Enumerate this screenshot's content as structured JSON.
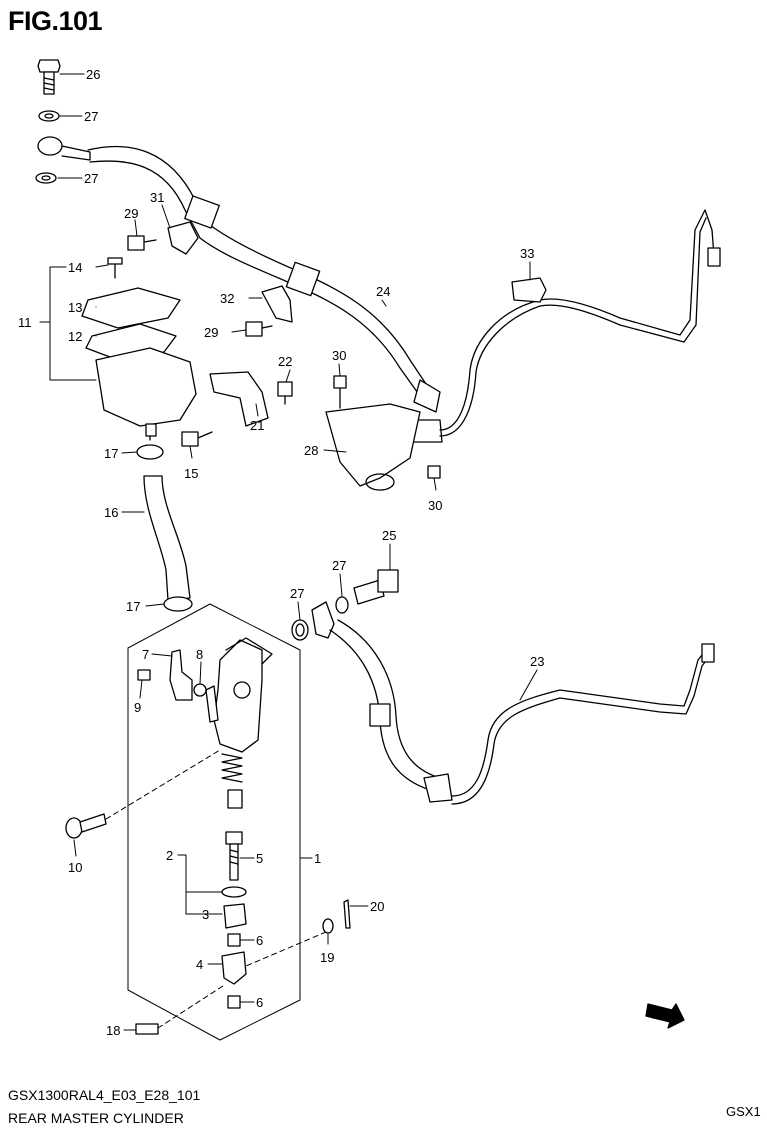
{
  "figure": {
    "title": "FIG.101",
    "code": "GSX1300RAL4_E03_E28_101",
    "name": "REAR MASTER CYLINDER",
    "model": "GSX1"
  },
  "callouts": {
    "c1": "1",
    "c2": "2",
    "c3": "3",
    "c4": "4",
    "c5": "5",
    "c6a": "6",
    "c6b": "6",
    "c7": "7",
    "c8": "8",
    "c9": "9",
    "c10": "10",
    "c11": "11",
    "c12": "12",
    "c13": "13",
    "c14": "14",
    "c15": "15",
    "c16": "16",
    "c17a": "17",
    "c17b": "17",
    "c18": "18",
    "c19": "19",
    "c20": "20",
    "c21": "21",
    "c22": "22",
    "c23": "23",
    "c24": "24",
    "c25": "25",
    "c26": "26",
    "c27a": "27",
    "c27b": "27",
    "c27c": "27",
    "c27d": "27",
    "c28": "28",
    "c29a": "29",
    "c29b": "29",
    "c30a": "30",
    "c30b": "30",
    "c31": "31",
    "c32": "32",
    "c33": "33"
  },
  "icons": {
    "front_arrow": "fwd-arrow-icon"
  }
}
